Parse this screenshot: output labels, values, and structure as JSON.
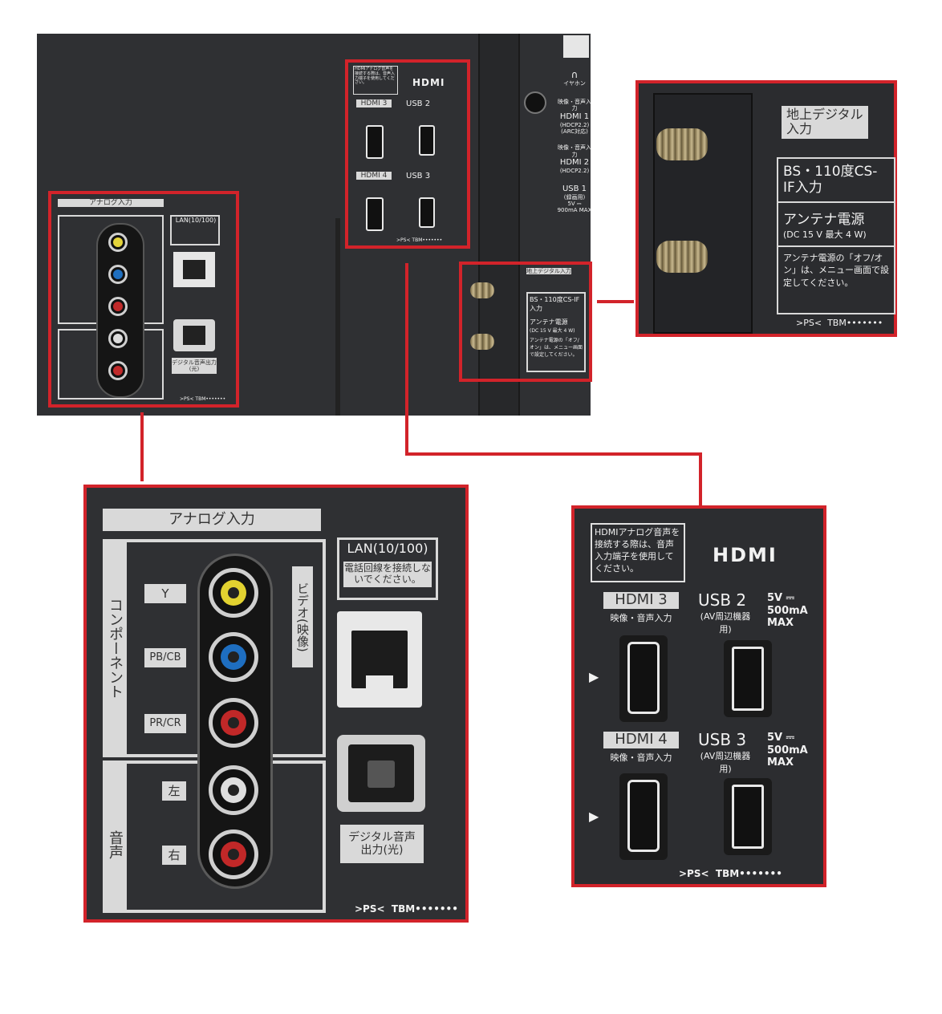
{
  "analog": {
    "title": "アナログ入力",
    "component_label": "コンポーネント",
    "audio_label": "音声",
    "video_label": "ビデオ(映像)",
    "y": "Y",
    "pb": "PB/CB",
    "pr": "PR/CR",
    "left": "左",
    "right": "右"
  },
  "lan": {
    "title": "LAN(10/100)",
    "warning": "電話回線を接続しないでください。"
  },
  "optical": {
    "label": "デジタル音声出力(光)"
  },
  "marking": {
    "ps": ">PS<",
    "tbm": "TBM•••••••"
  },
  "hdmi": {
    "note": "HDMIアナログ音声を接続する際は、音声入力端子を使用してください。",
    "logo": "HDMI",
    "hdmi3": "HDMI 3",
    "hdmi4": "HDMI 4",
    "sub": "映像・音声入力",
    "usb2": "USB 2",
    "usb3": "USB 3",
    "usb_sub": "(AV周辺機器用)",
    "usb_power": "5V ⎓ 500mA MAX"
  },
  "antenna": {
    "terrestrial": "地上デジタル入力",
    "bs": "BS・110度CS-IF入力",
    "power": "アンテナ電源",
    "power_spec": "(DC 15 V 最大 4 W)",
    "note": "アンテナ電源の「オフ/オン」は、メニュー画面で設定してください。"
  },
  "side": {
    "earphone": "イヤホン",
    "hdmi1_head": "映像・音声入力",
    "hdmi1": "HDMI 1",
    "hdmi1_hdcp": "(HDCP2.2)",
    "hdmi1_arc": "(ARC対応)",
    "hdmi2_head": "映像・音声入力",
    "hdmi2": "HDMI 2",
    "hdmi2_hdcp": "(HDCP2.2)",
    "usb1": "USB 1",
    "usb1_sub": "(録画用)",
    "usb1_power": "5V ⎓ 900mA MAX"
  }
}
